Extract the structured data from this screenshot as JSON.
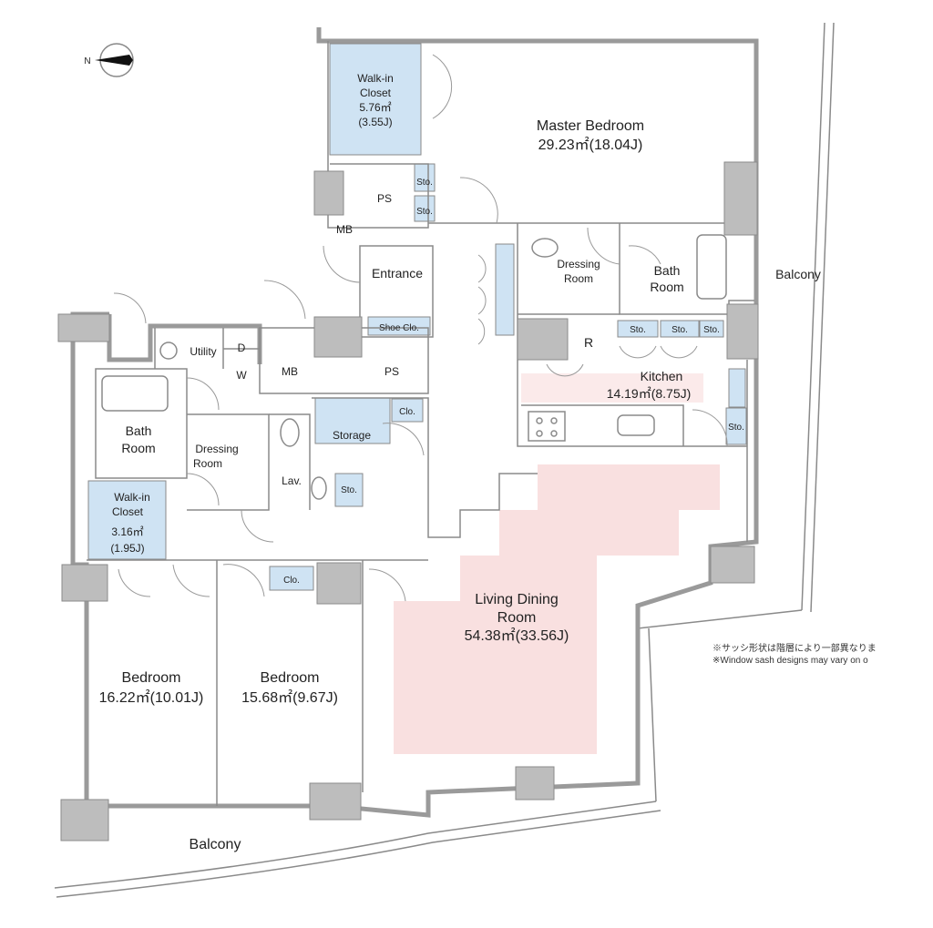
{
  "compass": {
    "label": "N"
  },
  "rooms": {
    "walk_in_closet_1": {
      "name_1": "Walk-in",
      "name_2": "Closet",
      "area": "5.76㎡",
      "jo": "(3.55J)"
    },
    "master_bedroom": {
      "name": "Master Bedroom",
      "area": "29.23㎡(18.04J)"
    },
    "ps_1": "PS",
    "mb_1": "MB",
    "sto_1": "Sto.",
    "sto_2": "Sto.",
    "entrance": "Entrance",
    "shoe_closet": "Shoe Clo.",
    "dressing_room_1": {
      "name_1": "Dressing",
      "name_2": "Room"
    },
    "bath_room_1": {
      "name_1": "Bath",
      "name_2": "Room"
    },
    "balcony_right": "Balcony",
    "refrigerator": "R",
    "sto_3": "Sto.",
    "sto_4": "Sto.",
    "sto_5": "Sto.",
    "kitchen": {
      "name": "Kitchen",
      "area": "14.19㎡(8.75J)"
    },
    "sto_6": "Sto.",
    "utility": "Utility",
    "dryer": "D",
    "washer": "W",
    "mb_2": "MB",
    "ps_2": "PS",
    "storage": "Storage",
    "clo_1": "Clo.",
    "bath_room_2": {
      "name_1": "Bath",
      "name_2": "Room"
    },
    "dressing_room_2": {
      "name_1": "Dressing",
      "name_2": "Room"
    },
    "lav": "Lav.",
    "sto_7": "Sto.",
    "walk_in_closet_2": {
      "name_1": "Walk-in",
      "name_2": "Closet",
      "area": "3.16㎡",
      "jo": "(1.95J)"
    },
    "clo_2": "Clo.",
    "living_dining": {
      "name_1": "Living Dining",
      "name_2": "Room",
      "area": "54.38㎡(33.56J)"
    },
    "bedroom_1": {
      "name": "Bedroom",
      "area": "16.22㎡(10.01J)"
    },
    "bedroom_2": {
      "name": "Bedroom",
      "area": "15.68㎡(9.67J)"
    },
    "balcony_bottom": "Balcony"
  },
  "notes": {
    "jp": "※サッシ形状は階層により一部異なりま",
    "en": "※Window sash designs may vary on o"
  },
  "colors": {
    "ldk_fill": "#f9e0e0",
    "closet_fill": "#cfe3f3",
    "pillar": "#bdbdbd"
  }
}
